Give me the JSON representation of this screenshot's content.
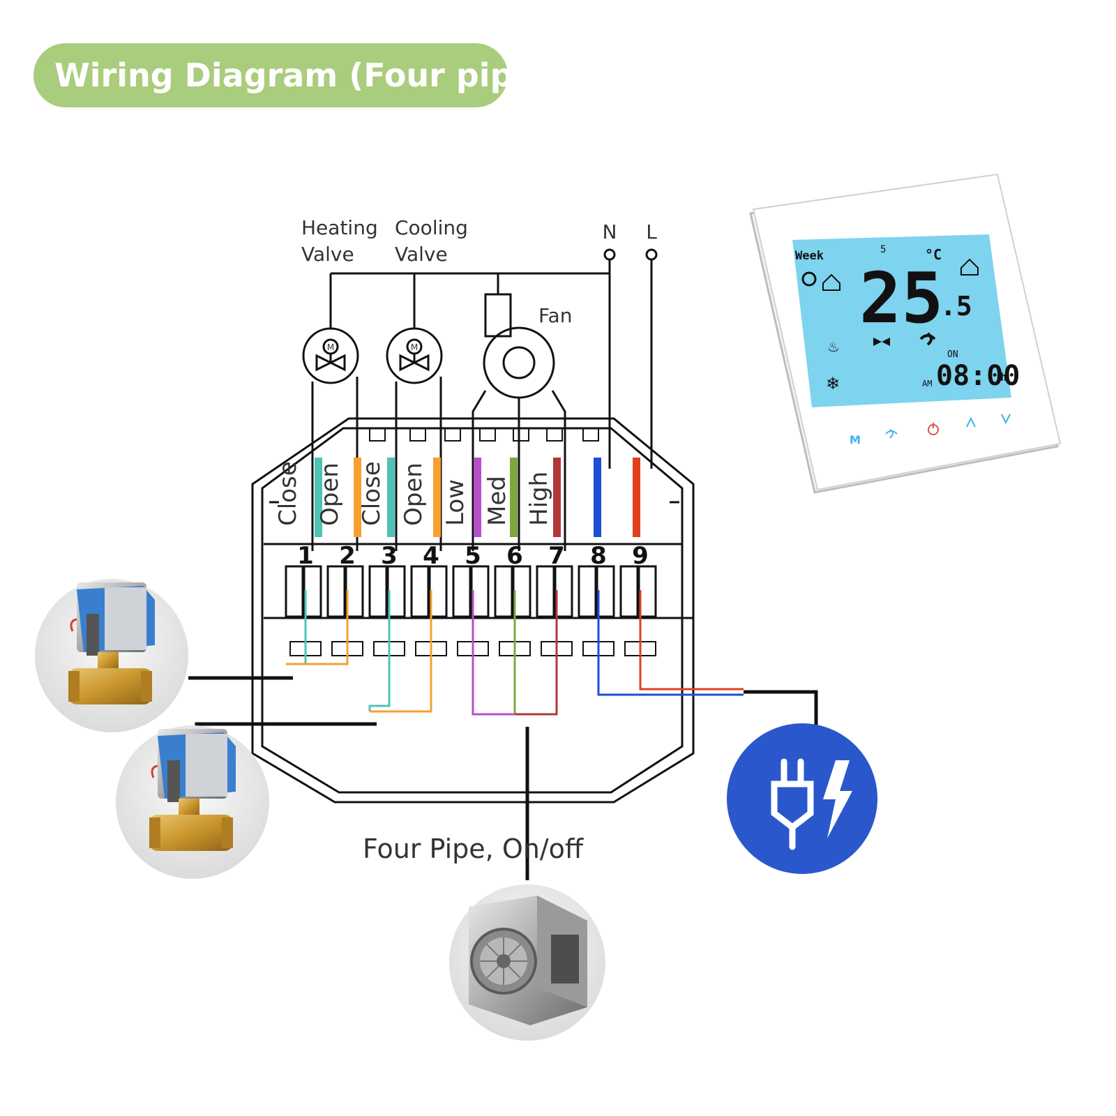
{
  "title": "Wiring Diagram (Four pipe) :",
  "caption": "Four Pipe, On/off",
  "components": {
    "heating_valve": [
      "Heating",
      "Valve"
    ],
    "cooling_valve": [
      "Cooling",
      "Valve"
    ],
    "fan": "Fan",
    "neutral": "N",
    "live": "L",
    "motor_glyph": "M"
  },
  "wire_labels": [
    "Close",
    "Open",
    "Close",
    "Open",
    "Low",
    "Med",
    "High"
  ],
  "terminals": [
    "1",
    "2",
    "3",
    "4",
    "5",
    "6",
    "7",
    "8",
    "9"
  ],
  "wire_colors": [
    "#4ec3b5",
    "#f5a030",
    "#4ec3b5",
    "#f5a030",
    "#b54fc8",
    "#7ca83f",
    "#b23838",
    "#1e4fd0",
    "#e0401e"
  ],
  "thermostat": {
    "week": "Week",
    "day": "5",
    "temperature": "25",
    "decimal": ".5",
    "unit": "°C",
    "on_label": "ON",
    "am_label": "AM",
    "time": "08:00",
    "hour_unit": "h",
    "button_m": "M"
  },
  "colors": {
    "title_bg": "#a9cd7c",
    "lcd": "#7ed3ee",
    "power_circle": "#2a58cc",
    "touch_icons": "#35b6ee",
    "power_button": "#e05050"
  }
}
